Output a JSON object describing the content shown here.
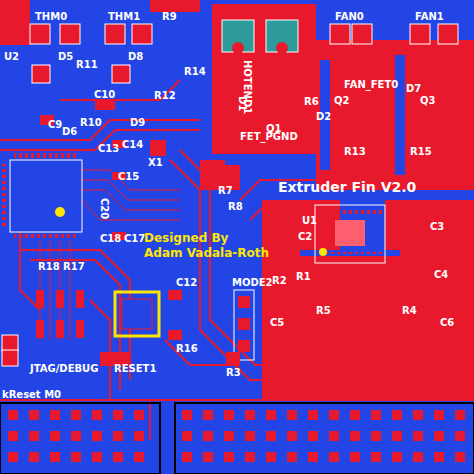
{
  "diagram": {
    "title": "Extruder Fin V2.0",
    "labels": [
      "THM0",
      "THM1",
      "R9",
      "FAN0",
      "FAN1",
      "U2",
      "D5",
      "R11",
      "D8",
      "R14",
      "HOTEND1",
      "C10",
      "R12",
      "C9",
      "D6",
      "R10",
      "D9",
      "X1",
      "C14",
      "C15",
      "C13",
      "C20",
      "C18",
      "C17",
      "D1",
      "R6",
      "Q1",
      "D2",
      "FET_PGND",
      "FAN_FET0",
      "Q2",
      "D7",
      "Q3",
      "R13",
      "R15",
      "C3",
      "C4",
      "C2",
      "U1",
      "R7",
      "R8",
      "Designed By",
      "Adam Vadala-Roth",
      "R18",
      "R17",
      "C12",
      "MODE2",
      "R1",
      "R2",
      "R5",
      "R4",
      "C5",
      "C6",
      "R16",
      "R3",
      "JTAG/DEBUG",
      "RESET1",
      "kReset M0"
    ]
  }
}
